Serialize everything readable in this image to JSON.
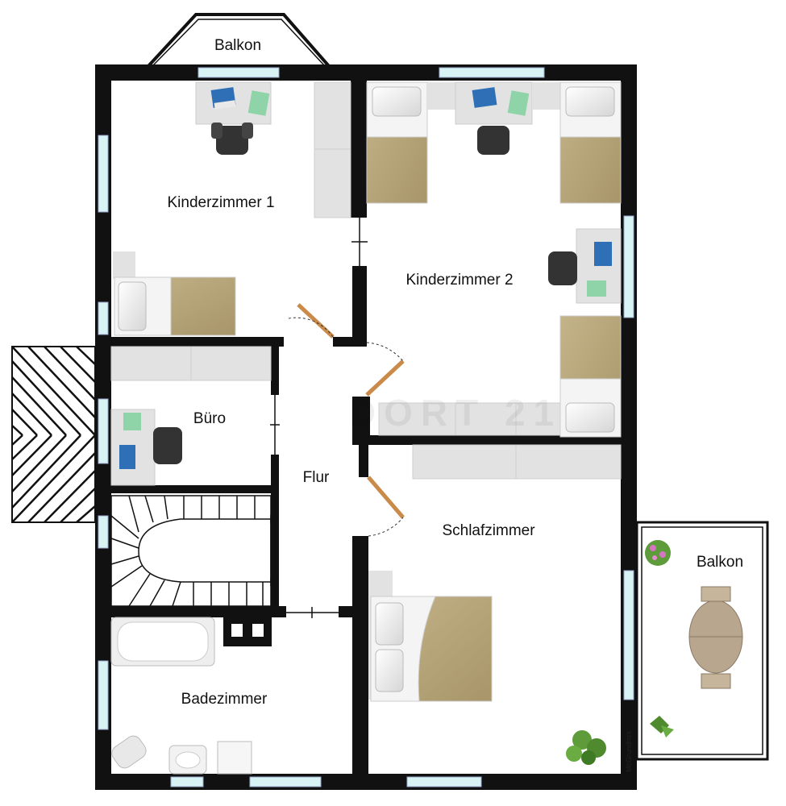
{
  "rooms": {
    "balkon_top": "Balkon",
    "kinderzimmer_1": "Kinderzimmer 1",
    "kinderzimmer_2": "Kinderzimmer 2",
    "buero": "Büro",
    "flur": "Flur",
    "schlafzimmer": "Schlafzimmer",
    "badezimmer": "Badezimmer",
    "balkon_right": "Balkon"
  },
  "watermark": "DORT 21",
  "credit": "McGrundriss",
  "colors": {
    "wall": "#111111",
    "window": "#cfeff0",
    "bed_blanket": "#b6a57a",
    "furniture": "#e2e2e2",
    "door": "#c98a4a",
    "monitor": "#2f6fb5",
    "pad": "#8fd3a8"
  }
}
